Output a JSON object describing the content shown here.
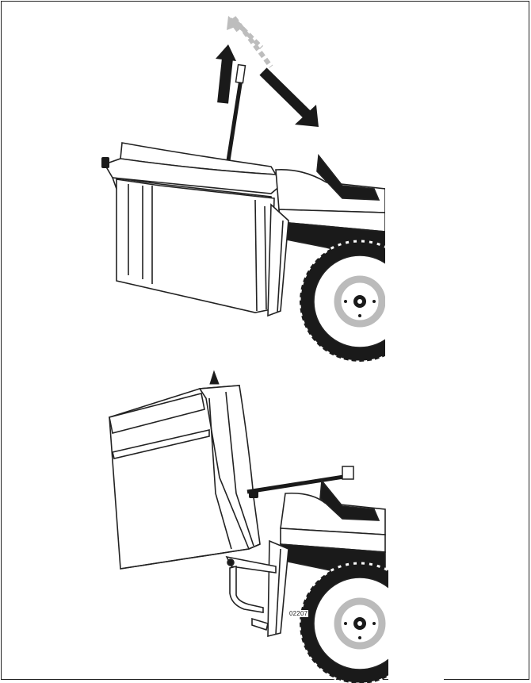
{
  "figure": {
    "reference_code": "02207",
    "panels": [
      "bag-lifted-view",
      "bag-tilted-emptying-view"
    ]
  },
  "colors": {
    "ink": "#1a1a1a",
    "outline": "#222222",
    "paper": "#ffffff",
    "hub_grey": "#bbbbbb",
    "dash_grey": "#bdbdbd"
  }
}
